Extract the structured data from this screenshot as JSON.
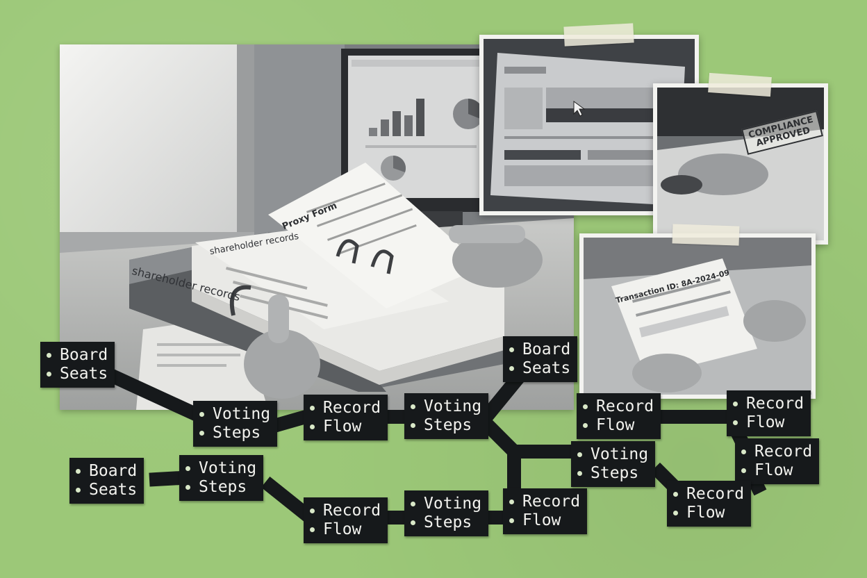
{
  "binder": {
    "spine_label": "shareholder records",
    "front_label": "shareholder records",
    "form_title": "Proxy Form"
  },
  "photos": {
    "compliance_stamp_line1": "COMPLIANCE",
    "compliance_stamp_line2": "APPROVED",
    "transaction_label": "Transaction ID: 8A-2024-09"
  },
  "tags": [
    {
      "line1": "Board",
      "line2": "Seats"
    },
    {
      "line1": "Voting",
      "line2": "Steps"
    },
    {
      "line1": "Record",
      "line2": "Flow"
    },
    {
      "line1": "Voting",
      "line2": "Steps"
    },
    {
      "line1": "Board",
      "line2": "Seats"
    },
    {
      "line1": "Record",
      "line2": "Flow"
    },
    {
      "line1": "Record",
      "line2": "Flow"
    },
    {
      "line1": "Board",
      "line2": "Seats"
    },
    {
      "line1": "Voting",
      "line2": "Steps"
    },
    {
      "line1": "Record",
      "line2": "Flow"
    },
    {
      "line1": "Voting",
      "line2": "Steps"
    },
    {
      "line1": "Record",
      "line2": "Flow"
    },
    {
      "line1": "Voting",
      "line2": "Steps"
    },
    {
      "line1": "Record",
      "line2": "Flow"
    },
    {
      "line1": "Record",
      "line2": "Flow"
    }
  ],
  "colors": {
    "background": "#9cc878",
    "tag": "#16191b",
    "tag_text": "#f2f2ee"
  }
}
